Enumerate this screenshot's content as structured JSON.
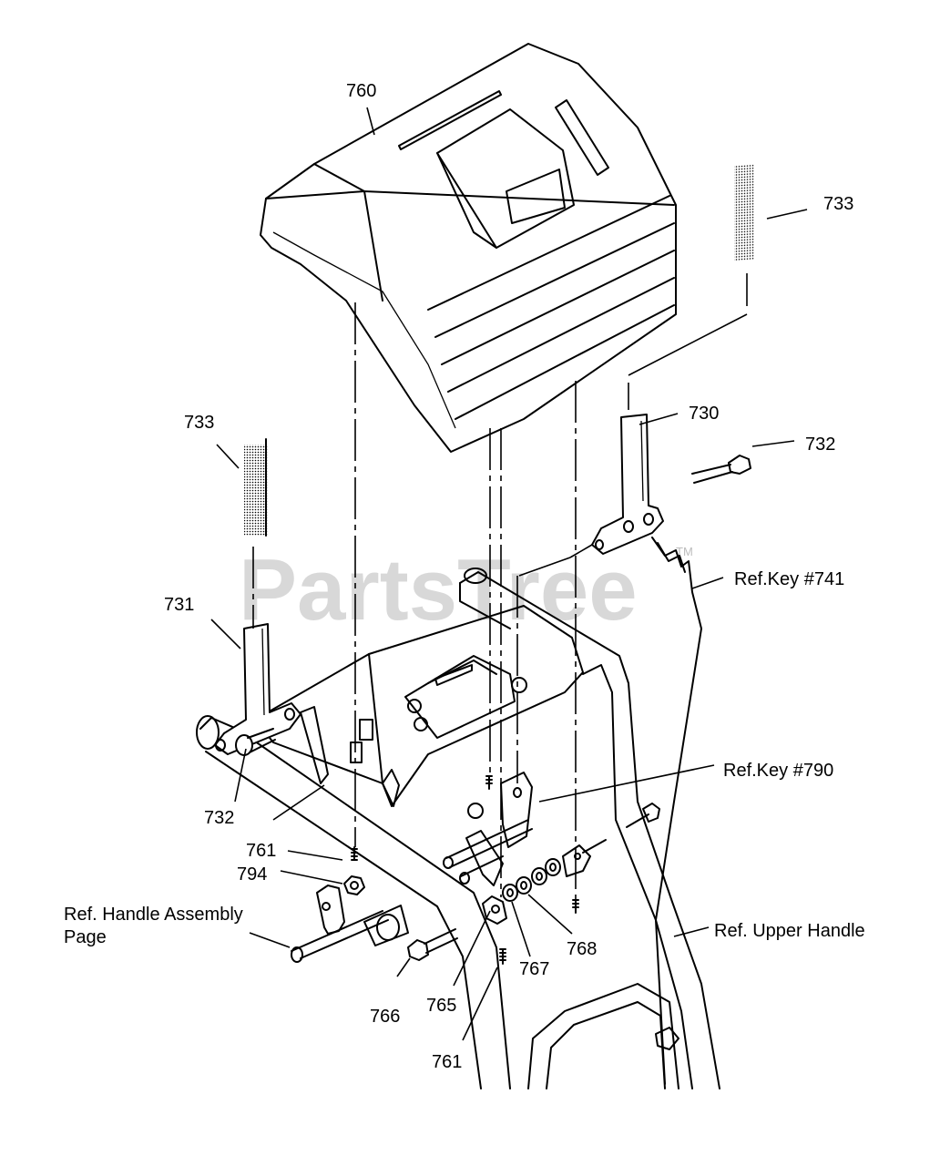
{
  "watermark": {
    "text": "PartsTree",
    "tm": "TM"
  },
  "labels": {
    "l760": "760",
    "l733_right": "733",
    "l733_left": "733",
    "l730": "730",
    "l732_right": "732",
    "l741": "Ref.Key #741",
    "l731": "731",
    "l732_left": "732",
    "l790": "Ref.Key #790",
    "l761_left": "761",
    "l794": "794",
    "l_handle_line1": "Ref. Handle Assembly",
    "l_handle_line2": "Page",
    "l_upper": "Ref. Upper Handle",
    "l766": "766",
    "l765": "765",
    "l767": "767",
    "l768": "768",
    "l761_bottom": "761"
  },
  "colors": {
    "line": "#000000",
    "watermark": "#c8c8c8",
    "background": "#ffffff"
  }
}
